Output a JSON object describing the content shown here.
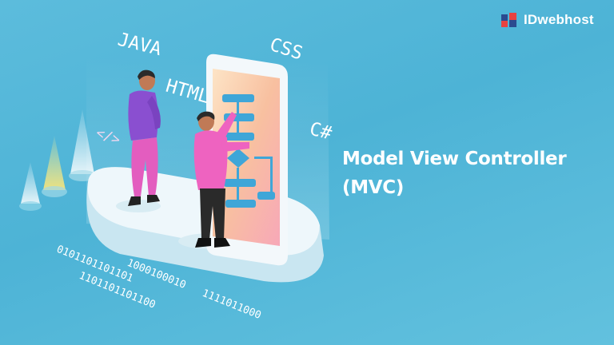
{
  "brand": {
    "name": "IDwebhost",
    "colors": {
      "red": "#e8423f",
      "blue": "#2b4a8f"
    }
  },
  "headline": {
    "line1": "Model View Controller",
    "line2": "(MVC)"
  },
  "tech_labels": {
    "java": "JAVA",
    "html": "HTML",
    "css": "CSS",
    "csharp": "C#",
    "code_tag": "</>"
  },
  "binary": {
    "line1": "0101101101101",
    "line2": "1000100010",
    "line3": "1101101101100",
    "line4": "1111011000"
  },
  "colors": {
    "background": "#55b8da",
    "platform": "#e6f3f8",
    "screen": "#f8c8a8",
    "flow": "#3fa6d8",
    "shirt": "#e060b8",
    "accent": "#b268d8"
  }
}
